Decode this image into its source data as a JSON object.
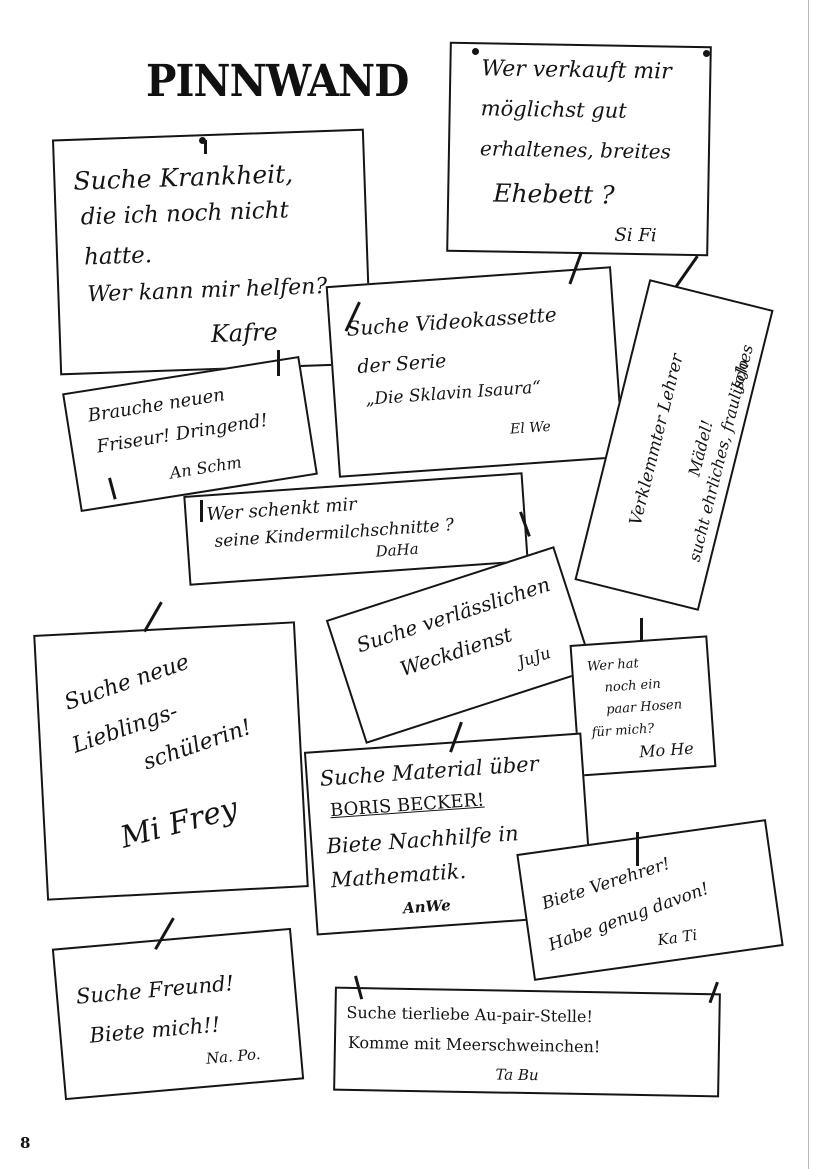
{
  "page": {
    "title": "PINNWAND",
    "page_number": "8"
  },
  "notes": {
    "krankheit": {
      "lines": [
        "Suche Krankheit,",
        "die ich noch nicht",
        "hatte.",
        "Wer kann mir helfen?"
      ],
      "sign": "Kafre"
    },
    "ehebett": {
      "lines": [
        "Wer verkauft mir",
        "möglichst gut",
        "erhaltenes, breites",
        "Ehebett ?"
      ],
      "sign": "Si Fi"
    },
    "video": {
      "lines": [
        "Suche Videokassette",
        "der Serie",
        "„Die Sklavin Isaura“"
      ],
      "sign": "El We"
    },
    "friseur": {
      "lines": [
        "Brauche neuen",
        "Friseur! Dringend!"
      ],
      "sign": "An Schm"
    },
    "lehrer": {
      "lines": [
        "Verklemmter Lehrer",
        "sucht ehrliches, fraulisches",
        "Mädel!"
      ],
      "sign": "JoJo"
    },
    "kinder": {
      "lines": [
        "Wer schenkt mir",
        "seine Kindermilchschnitte ?"
      ],
      "sign": "DaHa"
    },
    "weckdienst": {
      "lines": [
        "Suche verlässlichen",
        "Weckdienst"
      ],
      "sign": "JuJu"
    },
    "schuelerin": {
      "lines": [
        "Suche neue",
        "Lieblings-",
        "schülerin!"
      ],
      "sign": "Mi Frey"
    },
    "hosen": {
      "lines": [
        "Wer hat",
        "noch ein",
        "paar Hosen",
        "für mich?"
      ],
      "sign": "Mo He"
    },
    "becker": {
      "lines": [
        "Suche Material über",
        "BORIS BECKER!",
        "Biete Nachhilfe in",
        "Mathematik."
      ],
      "sign": "AnWe"
    },
    "verehrer": {
      "lines": [
        "Biete Verehrer!",
        "Habe genug davon!"
      ],
      "sign": "Ka Ti"
    },
    "freund": {
      "lines": [
        "Suche Freund!",
        "Biete mich!!"
      ],
      "sign": "Na. Po."
    },
    "aupair": {
      "lines": [
        "Suche tierliebe Au-pair-Stelle!",
        "Komme mit Meerschweinchen!"
      ],
      "sign": "Ta Bu"
    }
  }
}
